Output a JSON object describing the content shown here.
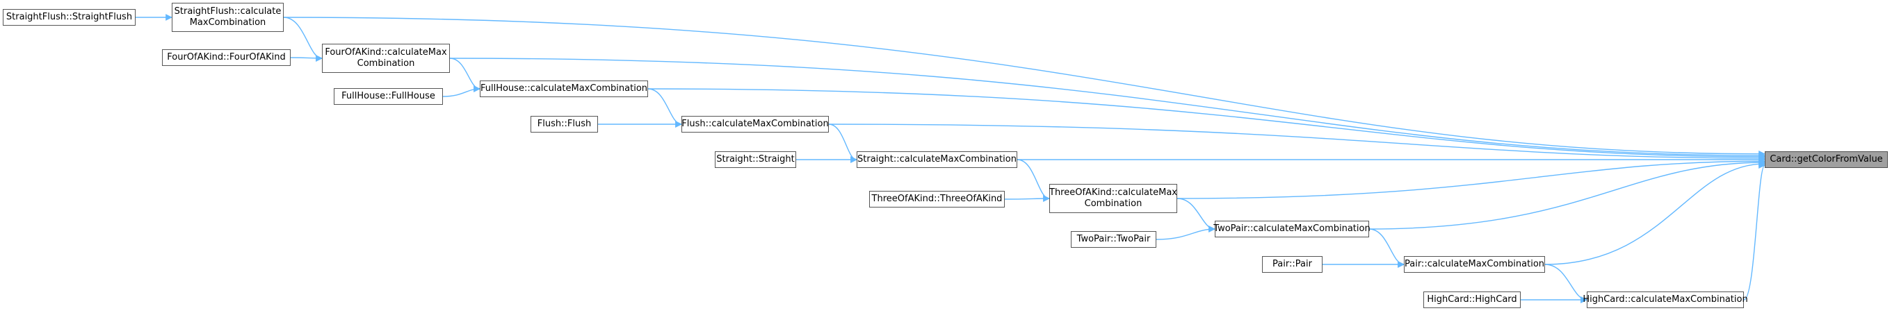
{
  "graph": {
    "edge_color": "#63b8ff",
    "focus_fill": "#a0a0a0",
    "focus_node": "Card::getColorFromValue",
    "nodes": [
      {
        "id": "card_getcolor",
        "lines": [
          "Card::getColorFromValue"
        ]
      },
      {
        "id": "sf_calc",
        "lines": [
          "StraightFlush::calculate",
          "MaxCombination"
        ]
      },
      {
        "id": "sf_ctor",
        "lines": [
          "StraightFlush::StraightFlush"
        ]
      },
      {
        "id": "foak_calc",
        "lines": [
          "FourOfAKind::calculateMax",
          "Combination"
        ]
      },
      {
        "id": "foak_ctor",
        "lines": [
          "FourOfAKind::FourOfAKind"
        ]
      },
      {
        "id": "fh_calc",
        "lines": [
          "FullHouse::calculateMaxCombination"
        ]
      },
      {
        "id": "fh_ctor",
        "lines": [
          "FullHouse::FullHouse"
        ]
      },
      {
        "id": "fl_calc",
        "lines": [
          "Flush::calculateMaxCombination"
        ]
      },
      {
        "id": "fl_ctor",
        "lines": [
          "Flush::Flush"
        ]
      },
      {
        "id": "st_calc",
        "lines": [
          "Straight::calculateMaxCombination"
        ]
      },
      {
        "id": "st_ctor",
        "lines": [
          "Straight::Straight"
        ]
      },
      {
        "id": "toak_calc",
        "lines": [
          "ThreeOfAKind::calculateMax",
          "Combination"
        ]
      },
      {
        "id": "toak_ctor",
        "lines": [
          "ThreeOfAKind::ThreeOfAKind"
        ]
      },
      {
        "id": "tp_calc",
        "lines": [
          "TwoPair::calculateMaxCombination"
        ]
      },
      {
        "id": "tp_ctor",
        "lines": [
          "TwoPair::TwoPair"
        ]
      },
      {
        "id": "pr_calc",
        "lines": [
          "Pair::calculateMaxCombination"
        ]
      },
      {
        "id": "pr_ctor",
        "lines": [
          "Pair::Pair"
        ]
      },
      {
        "id": "hc_calc",
        "lines": [
          "HighCard::calculateMaxCombination"
        ]
      },
      {
        "id": "hc_ctor",
        "lines": [
          "HighCard::HighCard"
        ]
      }
    ],
    "edges": [
      {
        "from": "sf_calc",
        "to": "card_getcolor"
      },
      {
        "from": "foak_calc",
        "to": "card_getcolor"
      },
      {
        "from": "fh_calc",
        "to": "card_getcolor"
      },
      {
        "from": "fl_calc",
        "to": "card_getcolor"
      },
      {
        "from": "st_calc",
        "to": "card_getcolor"
      },
      {
        "from": "toak_calc",
        "to": "card_getcolor"
      },
      {
        "from": "tp_calc",
        "to": "card_getcolor"
      },
      {
        "from": "pr_calc",
        "to": "card_getcolor"
      },
      {
        "from": "hc_calc",
        "to": "card_getcolor"
      },
      {
        "from": "sf_ctor",
        "to": "sf_calc"
      },
      {
        "from": "sf_calc",
        "to": "foak_calc"
      },
      {
        "from": "foak_ctor",
        "to": "foak_calc"
      },
      {
        "from": "foak_calc",
        "to": "fh_calc"
      },
      {
        "from": "fh_ctor",
        "to": "fh_calc"
      },
      {
        "from": "fh_calc",
        "to": "fl_calc"
      },
      {
        "from": "fl_ctor",
        "to": "fl_calc"
      },
      {
        "from": "fl_calc",
        "to": "st_calc"
      },
      {
        "from": "st_ctor",
        "to": "st_calc"
      },
      {
        "from": "st_calc",
        "to": "toak_calc"
      },
      {
        "from": "toak_ctor",
        "to": "toak_calc"
      },
      {
        "from": "toak_calc",
        "to": "tp_calc"
      },
      {
        "from": "tp_ctor",
        "to": "tp_calc"
      },
      {
        "from": "tp_calc",
        "to": "pr_calc"
      },
      {
        "from": "pr_ctor",
        "to": "pr_calc"
      },
      {
        "from": "pr_calc",
        "to": "hc_calc"
      },
      {
        "from": "hc_ctor",
        "to": "hc_calc"
      }
    ]
  }
}
